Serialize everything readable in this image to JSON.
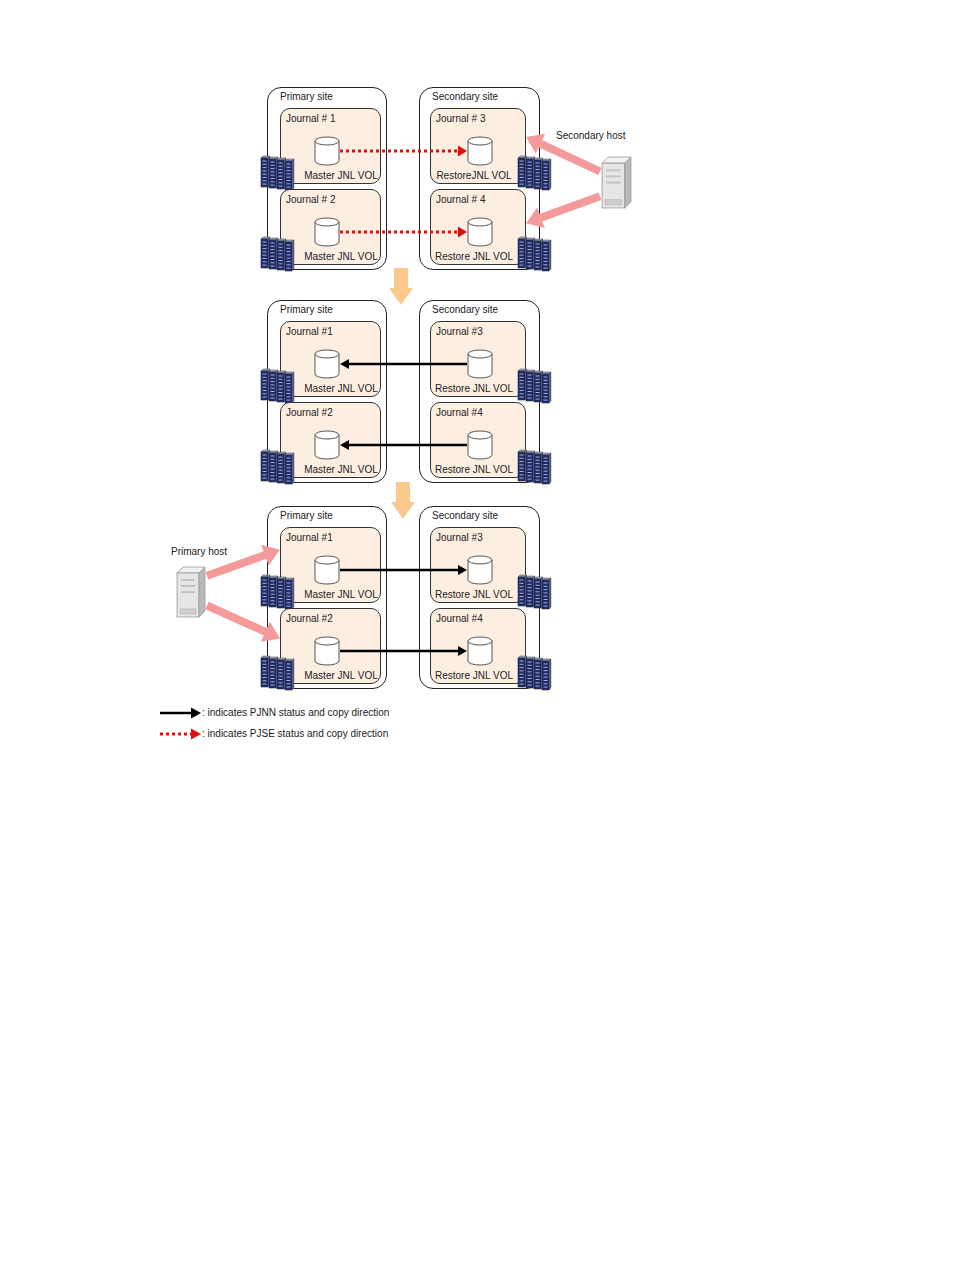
{
  "diagram": {
    "nodes": [
      {
        "text": [
          "Primary site"
        ]
      },
      {
        "text": [
          "Journal # 1"
        ],
        "in": 0
      },
      {
        "text": [
          "Master JNL VOL"
        ],
        "in": 1
      },
      {
        "text": [
          "Journal # 2"
        ],
        "in": 0
      },
      {
        "text": [
          "Master JNL VOL"
        ],
        "in": 3
      },
      {
        "text": [
          "Secondary site"
        ]
      },
      {
        "text": [
          "Journal # 3"
        ],
        "in": 5
      },
      {
        "text": [
          "RestoreJNL VOL"
        ],
        "in": 6
      },
      {
        "text": [
          "Journal # 4"
        ],
        "in": 5
      },
      {
        "text": [
          "Restore JNL VOL"
        ],
        "in": 8
      },
      {
        "text": [
          "Secondary host"
        ]
      },
      {
        "text": [
          "Primary site"
        ]
      },
      {
        "text": [
          "Journal #1"
        ],
        "in": 11
      },
      {
        "text": [
          "Master JNL VOL"
        ],
        "in": 12
      },
      {
        "text": [
          "Journal #2"
        ],
        "in": 11
      },
      {
        "text": [
          "Master JNL VOL"
        ],
        "in": 14
      },
      {
        "text": [
          "Secondary site"
        ]
      },
      {
        "text": [
          "Journal #3"
        ],
        "in": 16
      },
      {
        "text": [
          "Restore JNL VOL"
        ],
        "in": 17
      },
      {
        "text": [
          "Journal #4"
        ],
        "in": 16
      },
      {
        "text": [
          "Restore JNL VOL"
        ],
        "in": 19
      },
      {
        "text": [
          "Primary host"
        ]
      },
      {
        "text": [
          "Primary site"
        ]
      },
      {
        "text": [
          "Journal #1"
        ],
        "in": 22
      },
      {
        "text": [
          "Master JNL VOL"
        ],
        "in": 23
      },
      {
        "text": [
          "Journal #2"
        ],
        "in": 22
      },
      {
        "text": [
          "Master JNL VOL"
        ],
        "in": 25
      },
      {
        "text": [
          "Secondary site"
        ]
      },
      {
        "text": [
          "Journal #3"
        ],
        "in": 27
      },
      {
        "text": [
          "Restore JNL VOL"
        ],
        "in": 28
      },
      {
        "text": [
          "Journal #4"
        ],
        "in": 27
      },
      {
        "text": [
          "Restore JNL VOL"
        ],
        "in": 30
      }
    ],
    "edges": [
      {
        "from": 2,
        "to": 7,
        "arrow": "to"
      },
      {
        "from": 4,
        "to": 9,
        "arrow": "to"
      },
      {
        "from": 10,
        "to": 6,
        "arrow": "to"
      },
      {
        "from": 10,
        "to": 8,
        "arrow": "to"
      },
      {
        "from": 18,
        "to": 13,
        "arrow": "to"
      },
      {
        "from": 20,
        "to": 15,
        "arrow": "to"
      },
      {
        "from": 21,
        "to": 23,
        "arrow": "to"
      },
      {
        "from": 21,
        "to": 25,
        "arrow": "to"
      },
      {
        "from": 24,
        "to": 29,
        "arrow": "to"
      },
      {
        "from": 26,
        "to": 31,
        "arrow": "to"
      }
    ],
    "legend": [
      {
        "text": ": indicates PJNN status and copy direction"
      },
      {
        "text": ": indicates PJSE status and copy direction"
      }
    ]
  }
}
